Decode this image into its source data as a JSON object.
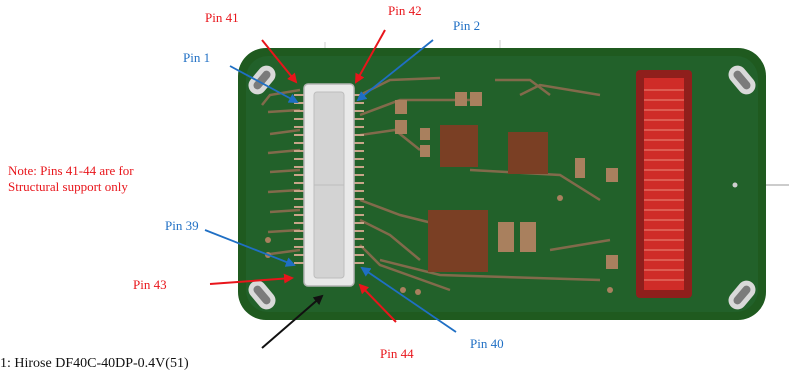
{
  "colors": {
    "red_label": "#e8151b",
    "blue_label": "#1f6fc4",
    "pcb_green": "#1f5a1f",
    "copper": "#a9805e",
    "connector_red": "#cf2c28"
  },
  "labels": {
    "pin41": "Pin 41",
    "pin42": "Pin 42",
    "pin1": "Pin 1",
    "pin2": "Pin 2",
    "pin39": "Pin 39",
    "pin43": "Pin 43",
    "pin44": "Pin 44",
    "pin40": "Pin 40",
    "note_line1": "Note: Pins 41-44 are for",
    "note_line2": "Structural support only",
    "part": "1:   Hirose DF40C-40DP-0.4V(51)"
  }
}
